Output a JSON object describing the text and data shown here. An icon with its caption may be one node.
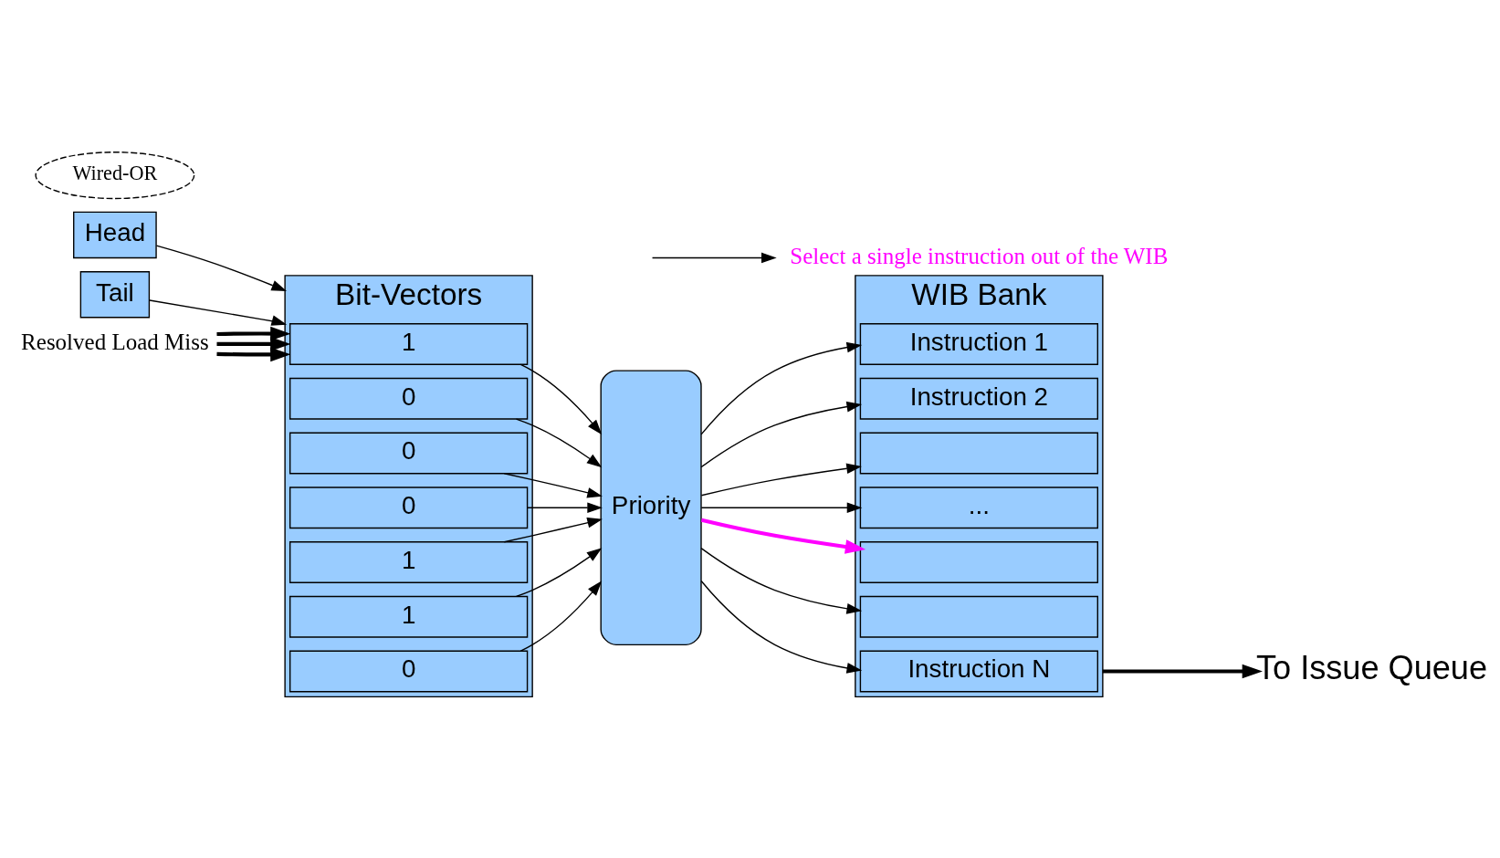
{
  "diagram": {
    "nodes": [
      {
        "text": [
          "Head"
        ]
      },
      {
        "text": [
          "Tail"
        ]
      },
      {
        "text": [
          "Bit-Vectors"
        ]
      },
      {
        "text": [
          "1"
        ],
        "in": 2
      },
      {
        "text": [
          "0"
        ],
        "in": 2
      },
      {
        "text": [
          "0"
        ],
        "in": 2
      },
      {
        "text": [
          "0"
        ],
        "in": 2
      },
      {
        "text": [
          "1"
        ],
        "in": 2
      },
      {
        "text": [
          "1"
        ],
        "in": 2
      },
      {
        "text": [
          "0"
        ],
        "in": 2
      },
      {
        "text": [
          "Wired-OR"
        ]
      },
      {
        "text": [
          "Priority"
        ]
      },
      {
        "text": [
          "WIB Bank"
        ]
      },
      {
        "text": [
          "Instruction 1"
        ],
        "in": 12
      },
      {
        "text": [
          "Instruction 2"
        ],
        "in": 12
      },
      {
        "text": [],
        "shape": "box",
        "in": 12
      },
      {
        "text": [
          "..."
        ],
        "in": 12
      },
      {
        "text": [],
        "shape": "box",
        "in": 12
      },
      {
        "text": [],
        "shape": "box",
        "in": 12
      },
      {
        "text": [
          "Instruction N"
        ],
        "in": 12
      },
      {
        "text": [
          "Resolved Load Miss"
        ]
      },
      {
        "text": [
          "Select a single instruction out of the WIB"
        ]
      },
      {
        "text": [
          "To Issue Queue"
        ]
      }
    ],
    "edges": [
      {
        "from": 0,
        "to": 2,
        "arrow": "to"
      },
      {
        "from": 1,
        "to": 2,
        "arrow": "to"
      },
      {
        "from": 3,
        "to": 11,
        "arrow": "to"
      },
      {
        "from": 4,
        "to": 11,
        "arrow": "to"
      },
      {
        "from": 5,
        "to": 11,
        "arrow": "to"
      },
      {
        "from": 6,
        "to": 11,
        "arrow": "to"
      },
      {
        "from": 7,
        "to": 11,
        "arrow": "to"
      },
      {
        "from": 8,
        "to": 11,
        "arrow": "to"
      },
      {
        "from": 9,
        "to": 11,
        "arrow": "to"
      },
      {
        "from": 11,
        "to": 13,
        "arrow": "to"
      },
      {
        "from": 11,
        "to": 14,
        "arrow": "to"
      },
      {
        "from": 11,
        "to": 15,
        "arrow": "to"
      },
      {
        "from": 11,
        "to": 16,
        "arrow": "to"
      },
      {
        "from": 11,
        "to": 17,
        "arrow": "to",
        "style": "thick",
        "color": "#ff00ff"
      },
      {
        "from": 11,
        "to": 18,
        "arrow": "to"
      },
      {
        "from": 11,
        "to": 19,
        "arrow": "to"
      },
      {
        "from": 20,
        "to": 2,
        "arrow": "to",
        "style": "thick"
      },
      {
        "from": 20,
        "to": 2,
        "arrow": "to",
        "style": "thick"
      },
      {
        "from": 20,
        "to": 2,
        "arrow": "to",
        "style": "thick"
      },
      {
        "from": null,
        "to": 21,
        "arrow": "to"
      },
      {
        "from": 12,
        "to": 22,
        "arrow": "to",
        "style": "thick"
      }
    ]
  }
}
